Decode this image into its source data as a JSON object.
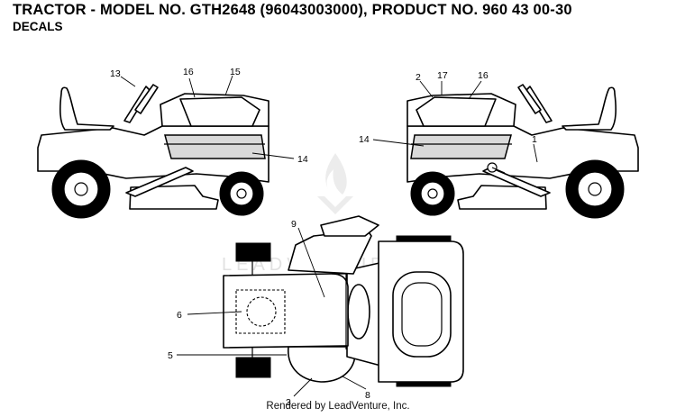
{
  "header": {
    "title": "TRACTOR -  MODEL NO. GTH2648 (96043003000), PRODUCT NO. 960 43 00-30",
    "subtitle": "DECALS"
  },
  "watermark": {
    "text": "LEADVENTURE"
  },
  "callouts": {
    "left_view": {
      "c13": "13",
      "c16": "16",
      "c15": "15",
      "c14": "14"
    },
    "right_view": {
      "c2": "2",
      "c17": "17",
      "c16": "16",
      "c14": "14",
      "c1": "1"
    },
    "top_view": {
      "c9": "9",
      "c6": "6",
      "c5": "5",
      "c3": "3",
      "c8": "8"
    }
  },
  "footer": {
    "rendered_by": "Rendered by LeadVenture, Inc."
  },
  "colors": {
    "decal_fill": "#d9d9d9",
    "line": "#000000",
    "watermark": "#e1e1e1"
  }
}
